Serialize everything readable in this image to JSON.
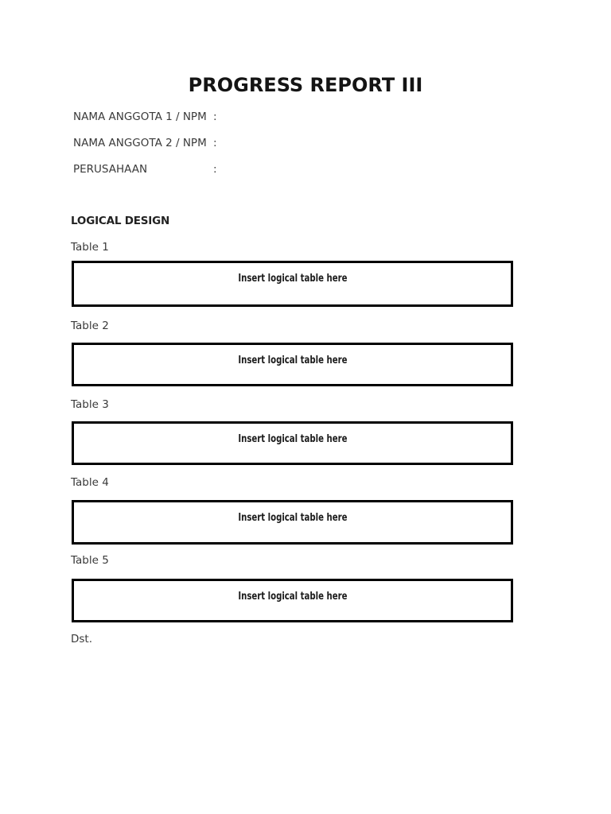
{
  "document": {
    "title": "PROGRESS REPORT III",
    "fields": [
      {
        "label": "NAMA ANGGOTA 1 / NPM",
        "separator": ":",
        "value": ""
      },
      {
        "label": "NAMA ANGGOTA 2 / NPM",
        "separator": ":",
        "value": ""
      },
      {
        "label": "PERUSAHAAN",
        "separator": ":",
        "value": ""
      }
    ],
    "section": {
      "heading": "LOGICAL DESIGN",
      "tables": [
        {
          "label": "Table 1",
          "placeholder": "Insert logical table here"
        },
        {
          "label": "Table 2",
          "placeholder": "Insert logical table here"
        },
        {
          "label": "Table 3",
          "placeholder": "Insert logical table here"
        },
        {
          "label": "Table 4",
          "placeholder": "Insert logical table here"
        },
        {
          "label": "Table 5",
          "placeholder": "Insert logical table here"
        }
      ],
      "footer": "Dst."
    },
    "colors": {
      "background": "#ffffff",
      "text": "#3a3a3a",
      "title": "#141414",
      "box_border": "#000000"
    }
  }
}
